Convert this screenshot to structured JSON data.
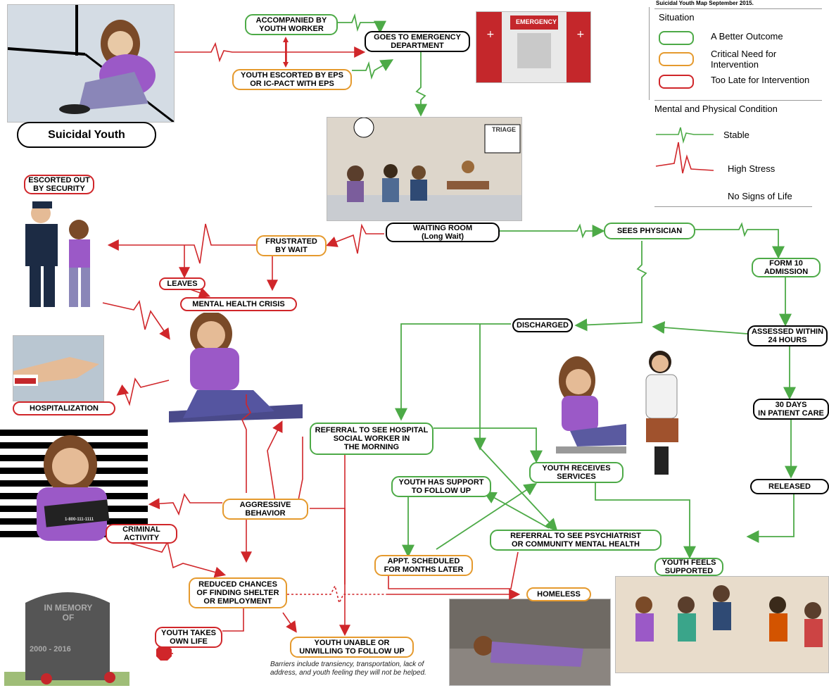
{
  "map_title": "Suicidal Youth Map September 2015.",
  "legend": {
    "situation_heading": "Situation",
    "situation_items": [
      {
        "label": "A Better Outcome",
        "color": "#4daa47"
      },
      {
        "label": "Critical Need for Intervention",
        "color": "#e59a2e"
      },
      {
        "label": "Too Late for Intervention",
        "color": "#d0262a"
      }
    ],
    "condition_heading": "Mental and Physical Condition",
    "condition_items": [
      {
        "label": "Stable",
        "icon": "stable-pulse-icon"
      },
      {
        "label": "High Stress",
        "icon": "high-stress-pulse-icon"
      },
      {
        "label": "No Signs of Life",
        "icon": "flat-line-icon"
      }
    ]
  },
  "nodes": {
    "suicidal_youth": "Suicidal Youth",
    "accompanied": "ACCOMPANIED BY\nYOUTH WORKER",
    "escorted_eps": "YOUTH ESCORTED BY EPS\nOR IC-PACT WITH EPS",
    "emergency": "GOES TO EMERGENCY\nDEPARTMENT",
    "waiting_room": "WAITING ROOM\n(Long Wait)",
    "sees_physician": "SEES PHYSICIAN",
    "form10": "FORM 10\nADMISSION",
    "assessed": "ASSESSED WITHIN\n24 HOURS",
    "thirty_days": "30 DAYS\nIN PATIENT CARE",
    "released": "RELEASED",
    "discharged": "DISCHARGED",
    "escorted_security": "ESCORTED OUT\nBY SECURITY",
    "frustrated": "FRUSTRATED\nBY WAIT",
    "leaves": "LEAVES",
    "mh_crisis": "MENTAL HEALTH CRISIS",
    "hospitalization": "HOSPITALIZATION",
    "referral_sw": "REFERRAL TO SEE HOSPITAL\nSOCIAL WORKER IN\nTHE MORNING",
    "youth_support": "YOUTH HAS SUPPORT\nTO FOLLOW UP",
    "receives_services": "YOUTH RECEIVES\nSERVICES",
    "aggressive": "AGGRESSIVE\nBEHAVIOR",
    "criminal": "CRIMINAL\nACTIVITY",
    "referral_psych": "REFERRAL TO SEE PSYCHIATRIST\nOR COMMUNITY MENTAL HEALTH",
    "appt": "APPT. SCHEDULED\nFOR MONTHS LATER",
    "youth_feels": "YOUTH FEELS\nSUPPORTED",
    "reduced": "REDUCED CHANCES\nOF FINDING SHELTER\nOR EMPLOYMENT",
    "homeless": "HOMELESS",
    "takes_life": "YOUTH TAKES\nOWN LIFE",
    "unable": "YOUTH UNABLE OR\nUNWILLING TO FOLLOW UP"
  },
  "picture_text": {
    "emergency_sign": "EMERGENCY",
    "triage_sign": "TRIAGE",
    "mugshot_sign": "1-800-111-1111",
    "tombstone_top": "IN MEMORY\nOF",
    "tombstone_years": "2000 - 2016"
  },
  "barriers_note": "Barriers include transiency, transportation, lack of address, and youth feeling they will not be helped."
}
